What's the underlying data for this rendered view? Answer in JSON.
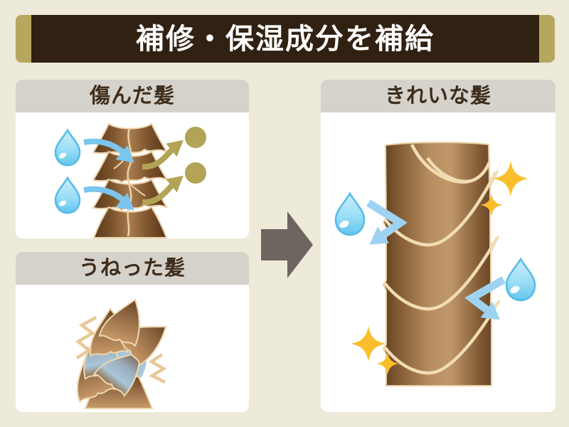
{
  "header": {
    "title": "補修・保湿成分を補給"
  },
  "panels": {
    "damaged": {
      "label": "傷んだ髪"
    },
    "wavy": {
      "label": "うねった髪"
    },
    "beautiful": {
      "label": "きれいな髪"
    }
  },
  "icons": {
    "water_drop": "water-drop-icon",
    "absorb_arrow": "water-absorb-arrow-icon",
    "moisture_escape_arrow": "moisture-escape-arrow-icon",
    "moisture_particle": "moisture-particle-icon",
    "stress_zigzag": "stress-zigzag-icon",
    "penetrate_arrow": "water-penetrate-arrow-icon",
    "sparkle": "sparkle-icon",
    "transformation_arrow": "transformation-arrow-icon"
  },
  "colors": {
    "background": "#edead9",
    "banner_brown": "#312112",
    "gold_accent": "#b5a85e",
    "header_band_gray": "#d5d2cb",
    "panel_title_text": "#3e2d1c",
    "banner_text": "#ffffff",
    "mid_arrow_gray": "#6f6560",
    "hair_brown_dark": "#5a3a1d",
    "hair_brown_light": "#a87c4e",
    "cuticle_cream": "#ecd2a8",
    "water_blue": "#7ed0f2",
    "water_outline_blue": "#56bae8",
    "absorb_arrow_blue": "#7cc5ee",
    "penetrate_arrow_blue": "#9ed2f2",
    "olive": "#b2a356",
    "sparkle_yellow": "#f9be2b",
    "wavy_cortex_blue": "#a7c6da"
  }
}
